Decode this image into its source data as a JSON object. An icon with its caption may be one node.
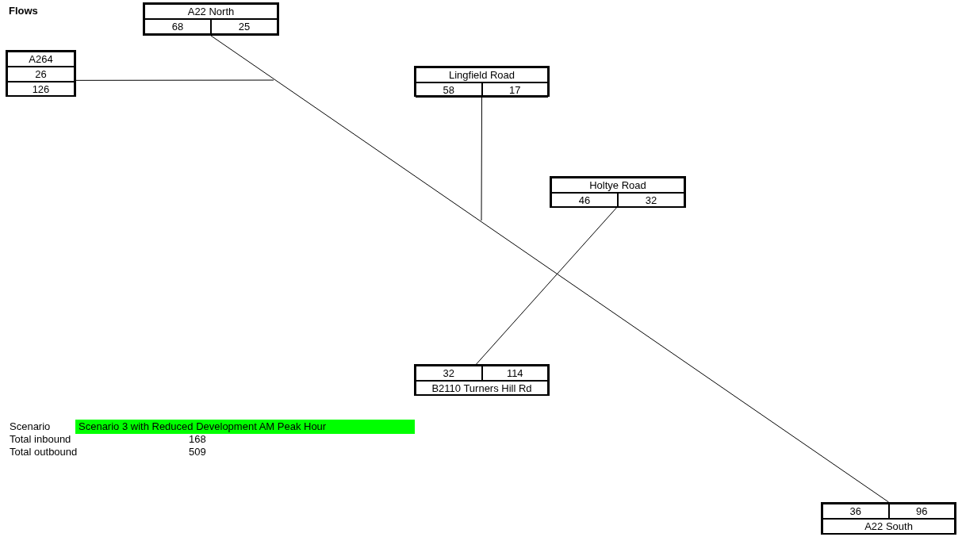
{
  "diagram": {
    "nodes": [
      {
        "text": [
          "A22 North",
          "68",
          "25"
        ]
      },
      {
        "text": [
          "A264",
          "26",
          "126"
        ]
      },
      {
        "text": [
          "Lingfield Road",
          "58",
          "17"
        ]
      },
      {
        "text": [
          "Holtye Road",
          "46",
          "32"
        ]
      },
      {
        "text": [
          "32",
          "114",
          "B2110 Turners Hill Rd"
        ]
      },
      {
        "text": [
          "36",
          "96",
          "A22 South"
        ]
      }
    ],
    "edges": [
      {
        "from": 0,
        "to": 5,
        "arrow": "none"
      },
      {
        "from": 1,
        "to": null,
        "arrow": "none"
      },
      {
        "from": 2,
        "to": null,
        "arrow": "none"
      },
      {
        "from": 3,
        "to": 4,
        "arrow": "none"
      }
    ],
    "labels": [
      "Flows",
      "Scenario",
      "Scenario 3 with Reduced Development AM Peak Hour",
      "Total inbound",
      "168",
      "Total outbound",
      "509"
    ]
  }
}
